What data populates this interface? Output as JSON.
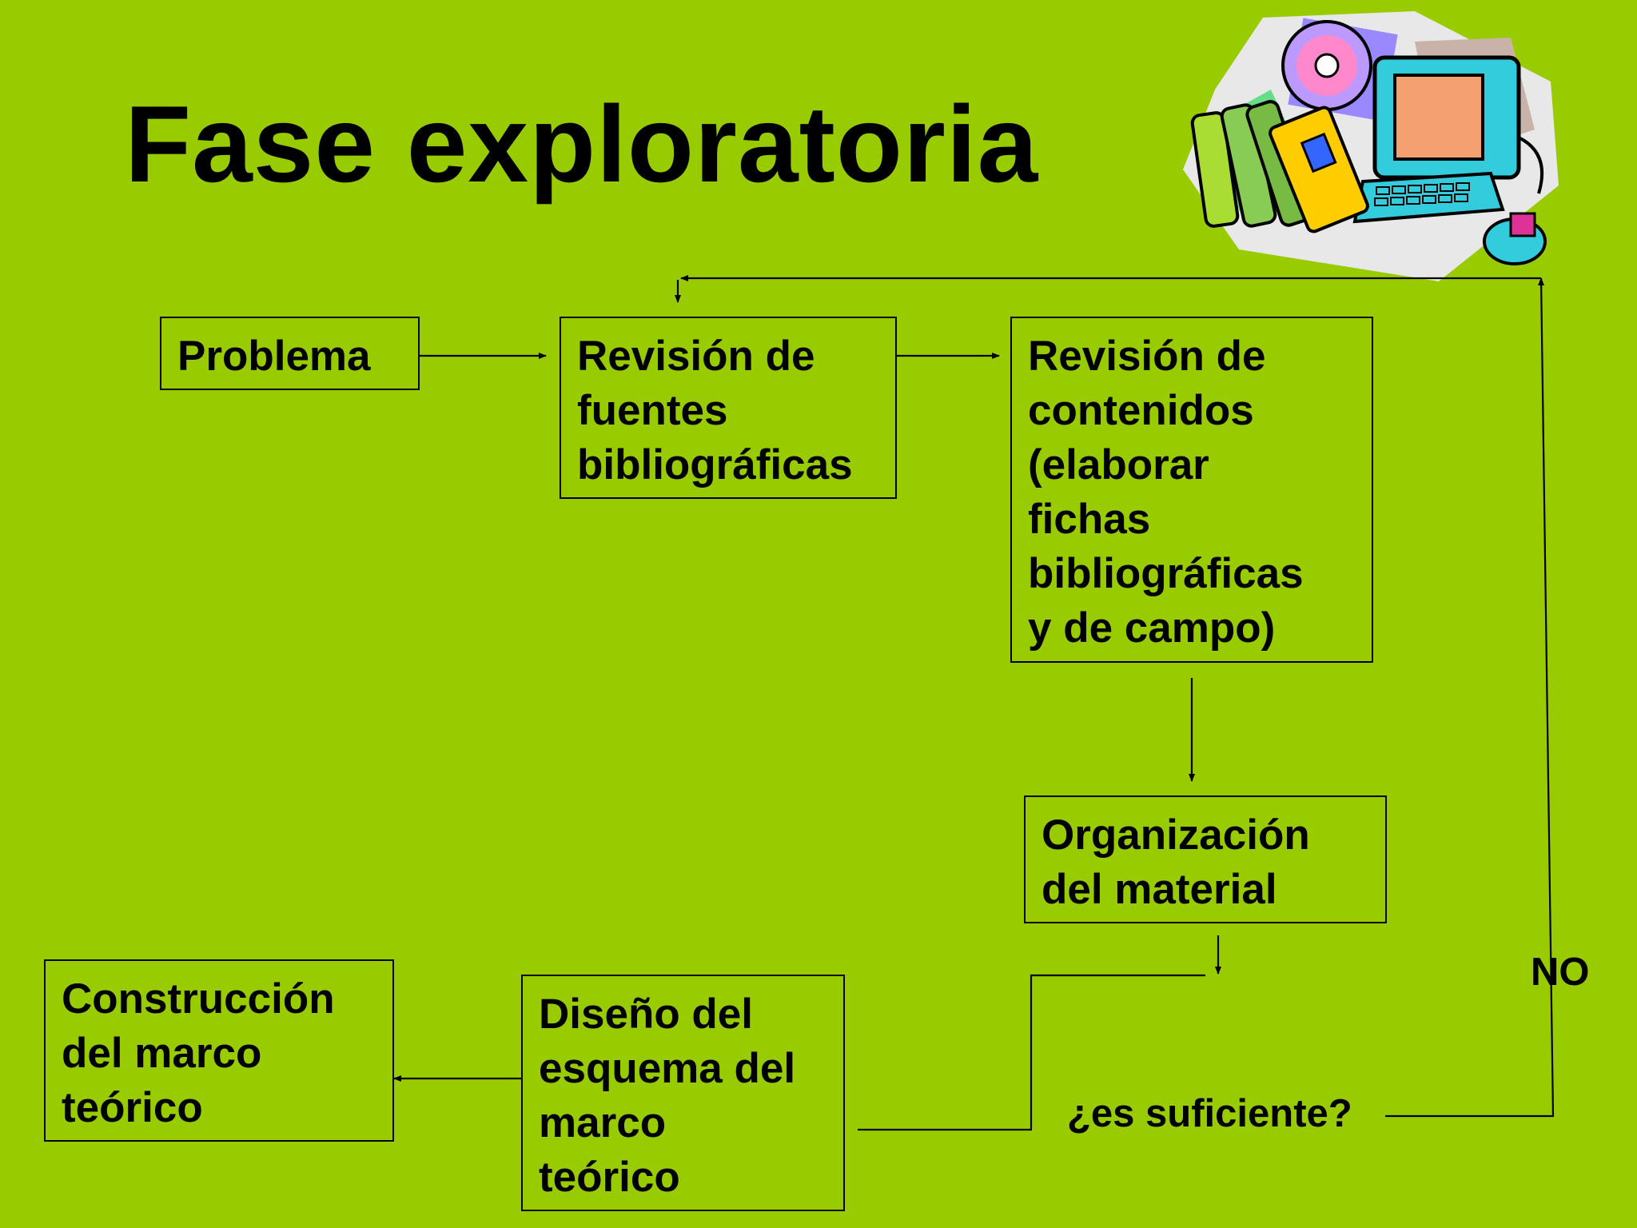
{
  "slide": {
    "title": "Fase exploratoria"
  },
  "boxes": {
    "problema": "Problema",
    "revision_fuentes": "Revisión de\nfuentes\nbibliográficas",
    "revision_contenidos": "Revisión de\ncontenidos\n(elaborar\nfichas\nbibliográficas\ny de campo)",
    "organizacion": "Organización\ndel material",
    "diseno": "Diseño del\nesquema del\nmarco\nteórico",
    "construccion": "Construcción\ndel marco\nteórico"
  },
  "decision": {
    "question": "¿es suficiente?",
    "no_label": "NO"
  },
  "clipart": {
    "icon": "computer-books-cd-clipart-icon",
    "colors": {
      "screen": "#f4a070",
      "monitor": "#33ccdd",
      "cd": "#b388ff",
      "books": "#ffcc00"
    }
  }
}
